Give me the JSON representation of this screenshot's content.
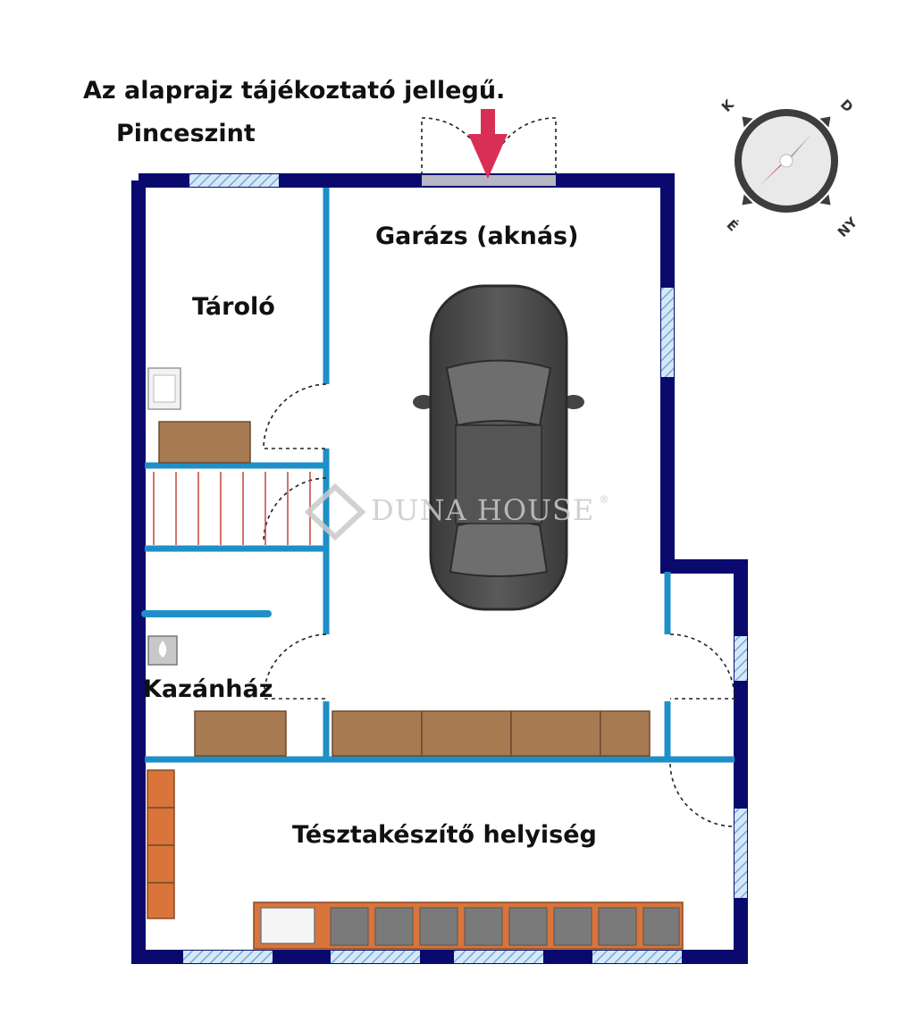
{
  "notes": {
    "disclaimer": "Az alaprajz tájékoztató jellegű.",
    "level": "Pinceszint"
  },
  "rooms": {
    "garage": "Garázs (aknás)",
    "storage": "Tároló",
    "boiler": "Kazánház",
    "pasta": "Tésztakészítő helyiség"
  },
  "watermark": {
    "brand": "DUNA HOUSE",
    "mark": "®"
  },
  "compass": {
    "north": "É",
    "east": "K",
    "south": "D",
    "west": "NY"
  },
  "colors": {
    "outer_wall": "#0a0a6e",
    "inner_wall": "#1f8fc7",
    "window": "#7fb7e6",
    "furniture": "#a87a52",
    "cabinet_orange": "#d9743a",
    "entrance_arrow": "#d92f57",
    "car_body": "#4a4a4a"
  }
}
